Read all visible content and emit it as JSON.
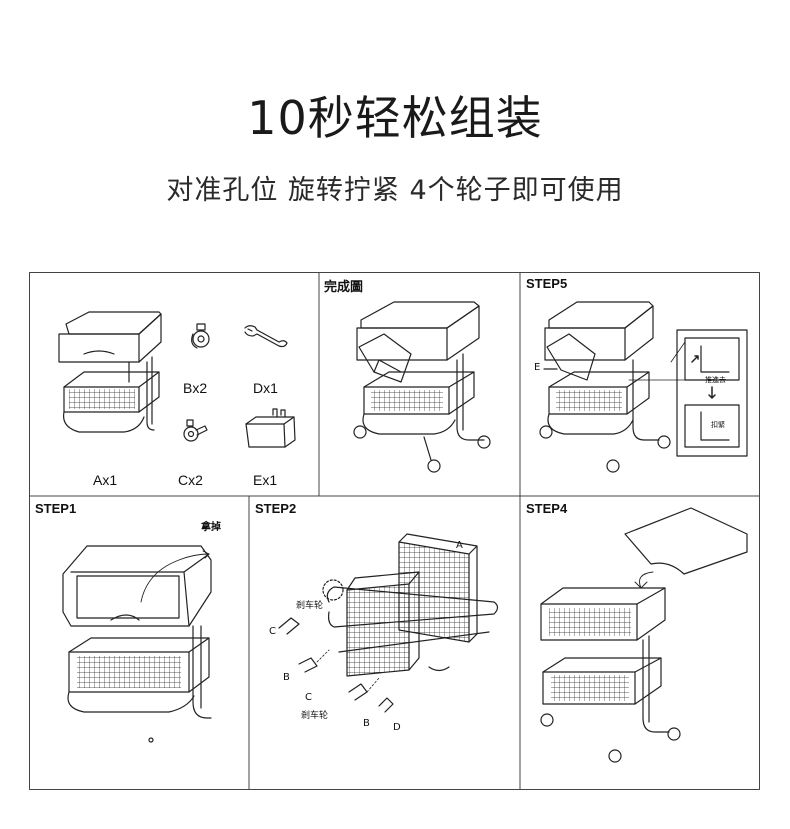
{
  "heading": {
    "title": "10秒轻松组装",
    "subtitle": "对准孔位 旋转拧紧 4个轮子即可使用"
  },
  "panels": {
    "parts": {
      "items": [
        {
          "label": "Ax1"
        },
        {
          "label": "Bx2"
        },
        {
          "label": "Cx2"
        },
        {
          "label": "Dx1"
        },
        {
          "label": "Ex1"
        }
      ]
    },
    "finished": {
      "label": "完成圖"
    },
    "step5": {
      "label": "STEP5",
      "part_e": "E",
      "note_push": "推進去",
      "note_clip": "扣緊"
    },
    "step1": {
      "label": "STEP1",
      "note": "拿掉"
    },
    "step2": {
      "label": "STEP2",
      "part_a": "A",
      "brake_wheel_1": "剎车轮",
      "part_c_1": "C",
      "part_b_1": "B",
      "part_c_2": "C",
      "brake_wheel_2": "剎车轮",
      "part_b_2": "B",
      "part_d": "D"
    },
    "step4": {
      "label": "STEP4"
    }
  }
}
